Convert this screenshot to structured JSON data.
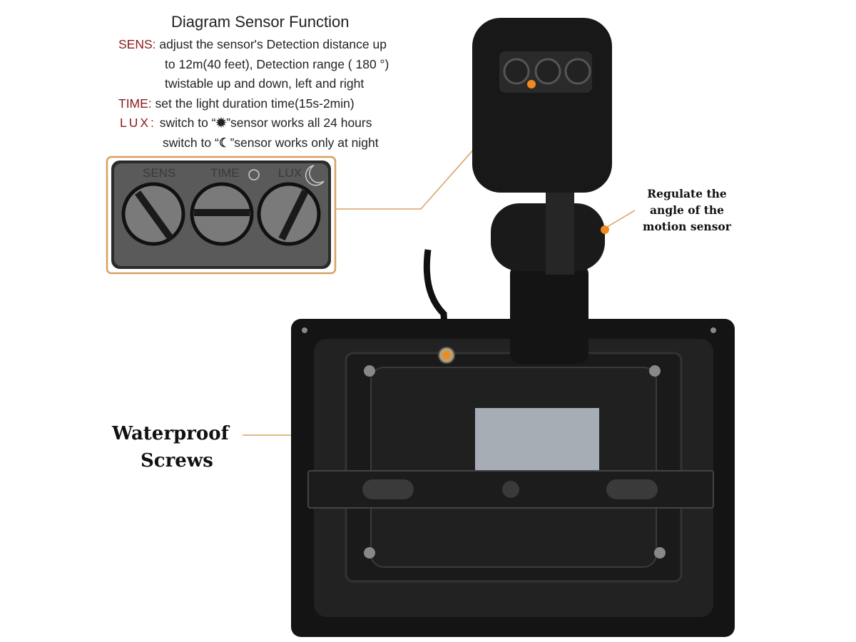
{
  "title": "Diagram Sensor Function",
  "sens": {
    "key": "SENS:",
    "lines": [
      "adjust the sensor's Detection distance up",
      "to 12m(40 feet), Detection range ( 180 °)",
      "twistable up and down, left and right"
    ]
  },
  "time": {
    "key": "TIME:",
    "text": "set the light duration time(15s-2min)"
  },
  "lux": {
    "key": "LUX:",
    "line1_pre": "switch to “",
    "line1_post": "”sensor works all 24 hours",
    "line2_pre": "switch to “",
    "line2_post": "”sensor works only at night"
  },
  "dial_labels": {
    "sens": "SENS",
    "time": "TIME",
    "lux": "LUX"
  },
  "callouts": {
    "regulate": [
      "Regulate the",
      "angle of the",
      "motion sensor"
    ],
    "waterproof": [
      "Waterproof",
      "Screws"
    ]
  },
  "colors": {
    "accent": "#d9a060",
    "key_text": "#8b1a1a",
    "dot": "#f08a20"
  }
}
